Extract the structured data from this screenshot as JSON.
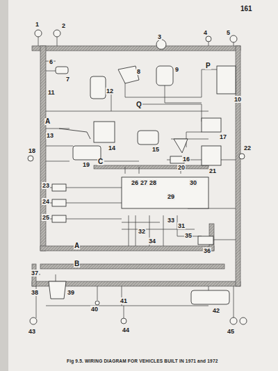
{
  "diagram": {
    "caption": "Fig 9.5. WIRING DIAGRAM FOR VEHICLES BUILT IN 1971 and 1972",
    "labels": [
      "161",
      "1",
      "2",
      "3",
      "4",
      "5",
      "6",
      "7",
      "8",
      "9",
      "10",
      "11",
      "12",
      "13",
      "14",
      "15",
      "16",
      "17",
      "18",
      "19",
      "20",
      "21",
      "22",
      "23",
      "24",
      "25",
      "26",
      "27",
      "28",
      "29",
      "30",
      "31",
      "32",
      "33",
      "34",
      "35",
      "36",
      "37",
      "38",
      "39",
      "40",
      "41",
      "42",
      "43",
      "44",
      "45",
      "A",
      "A",
      "B",
      "C",
      "P",
      "Q"
    ]
  }
}
